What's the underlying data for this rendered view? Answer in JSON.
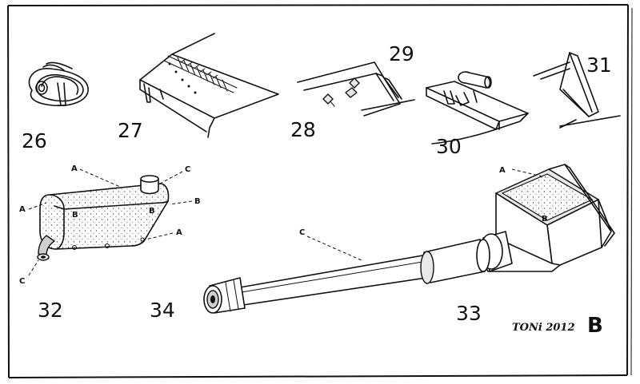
{
  "parts": {
    "p26": "26",
    "p27": "27",
    "p28": "28",
    "p29": "29",
    "p30": "30",
    "p31": "31",
    "p32": "32",
    "p33": "33",
    "p34": "34"
  },
  "part32_labels": {
    "a_top": "A",
    "a_left": "A",
    "a_right": "A",
    "b_inner": "B",
    "b_inner_right": "B",
    "b_outer": "B",
    "c_top": "C",
    "c_bottom": "C"
  },
  "part33_labels": {
    "a": "A",
    "b": "B",
    "c": "C"
  },
  "signature": "TONi 2012",
  "page_letter": "B"
}
